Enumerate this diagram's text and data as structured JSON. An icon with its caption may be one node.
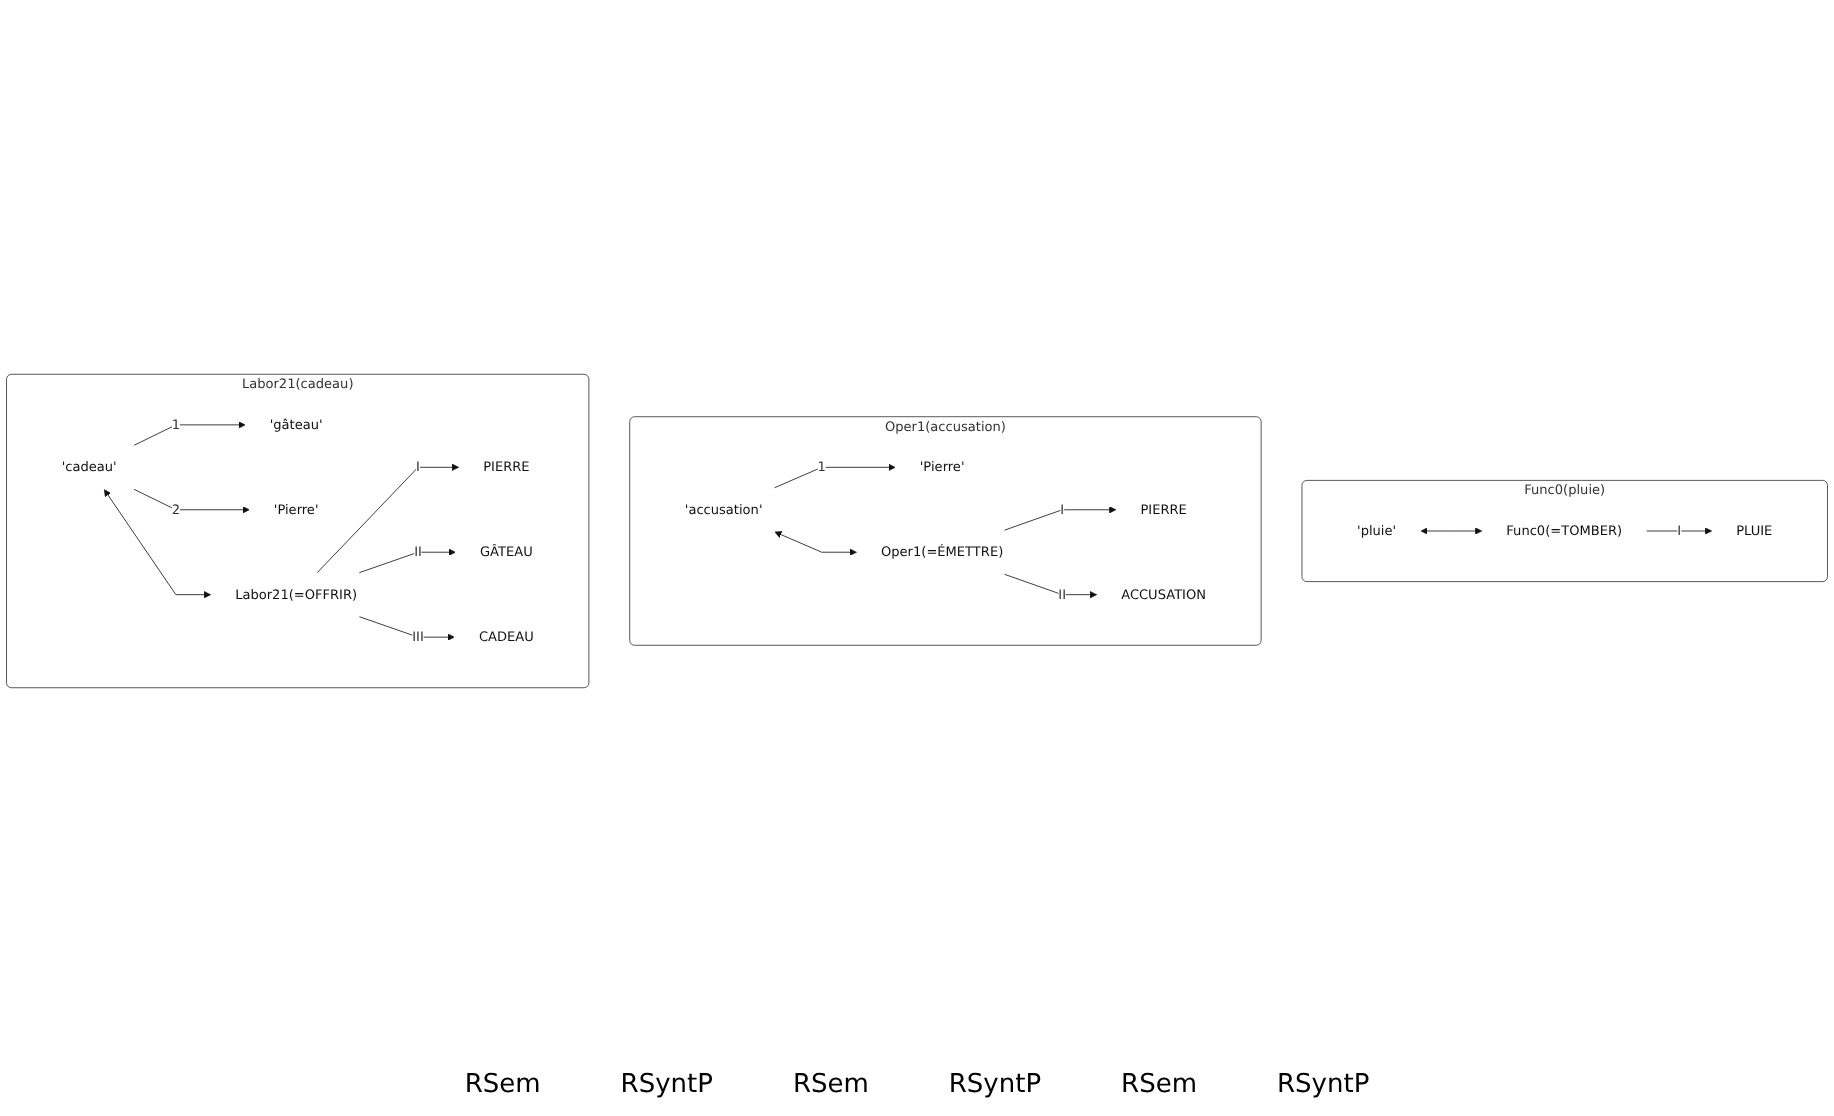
{
  "diagram": {
    "nodes": [
      {
        "text": [
          "Func0(pluie)"
        ]
      },
      {
        "text": [
          "'pluie'"
        ],
        "in": 0
      },
      {
        "text": [
          "Func0(=TOMBER)"
        ],
        "in": 0
      },
      {
        "text": [
          "PLUIE"
        ],
        "in": 0
      },
      {
        "text": [
          "Oper1(accusation)"
        ]
      },
      {
        "text": [
          "'accusation'"
        ],
        "in": 4
      },
      {
        "text": [
          "'Pierre'"
        ],
        "in": 4
      },
      {
        "text": [
          "Oper1(=ÉMETTRE)"
        ],
        "in": 4
      },
      {
        "text": [
          "PIERRE"
        ],
        "in": 4
      },
      {
        "text": [
          "ACCUSATION"
        ],
        "in": 4
      },
      {
        "text": [
          "Labor21(cadeau)"
        ]
      },
      {
        "text": [
          "'cadeau'"
        ],
        "in": 10
      },
      {
        "text": [
          "'gâteau'"
        ],
        "in": 10
      },
      {
        "text": [
          "'Pierre'"
        ],
        "in": 10
      },
      {
        "text": [
          "Labor21(=OFFRIR)"
        ],
        "in": 10
      },
      {
        "text": [
          "PIERRE"
        ],
        "in": 10
      },
      {
        "text": [
          "GÂTEAU"
        ],
        "in": 10
      },
      {
        "text": [
          "CADEAU"
        ],
        "in": 10
      }
    ],
    "edges": [
      {
        "from": 1,
        "to": 2,
        "arrow": "both"
      },
      {
        "from": 2,
        "to": 3,
        "arrow": "to",
        "label": "I"
      },
      {
        "from": 5,
        "to": 6,
        "arrow": "to",
        "label": "1"
      },
      {
        "from": 5,
        "to": 7,
        "arrow": "both"
      },
      {
        "from": 7,
        "to": 8,
        "arrow": "to",
        "label": "I"
      },
      {
        "from": 7,
        "to": 9,
        "arrow": "to",
        "label": "II"
      },
      {
        "from": 11,
        "to": 12,
        "arrow": "to",
        "label": "1"
      },
      {
        "from": 11,
        "to": 13,
        "arrow": "to",
        "label": "2"
      },
      {
        "from": 11,
        "to": 14,
        "arrow": "both"
      },
      {
        "from": 14,
        "to": 15,
        "arrow": "to",
        "label": "I"
      },
      {
        "from": 14,
        "to": 16,
        "arrow": "to",
        "label": "II"
      },
      {
        "from": 14,
        "to": 17,
        "arrow": "to",
        "label": "III"
      }
    ],
    "labels": [
      "RSem",
      "RSyntP",
      "RSem",
      "RSyntP",
      "RSem",
      "RSyntP"
    ]
  }
}
